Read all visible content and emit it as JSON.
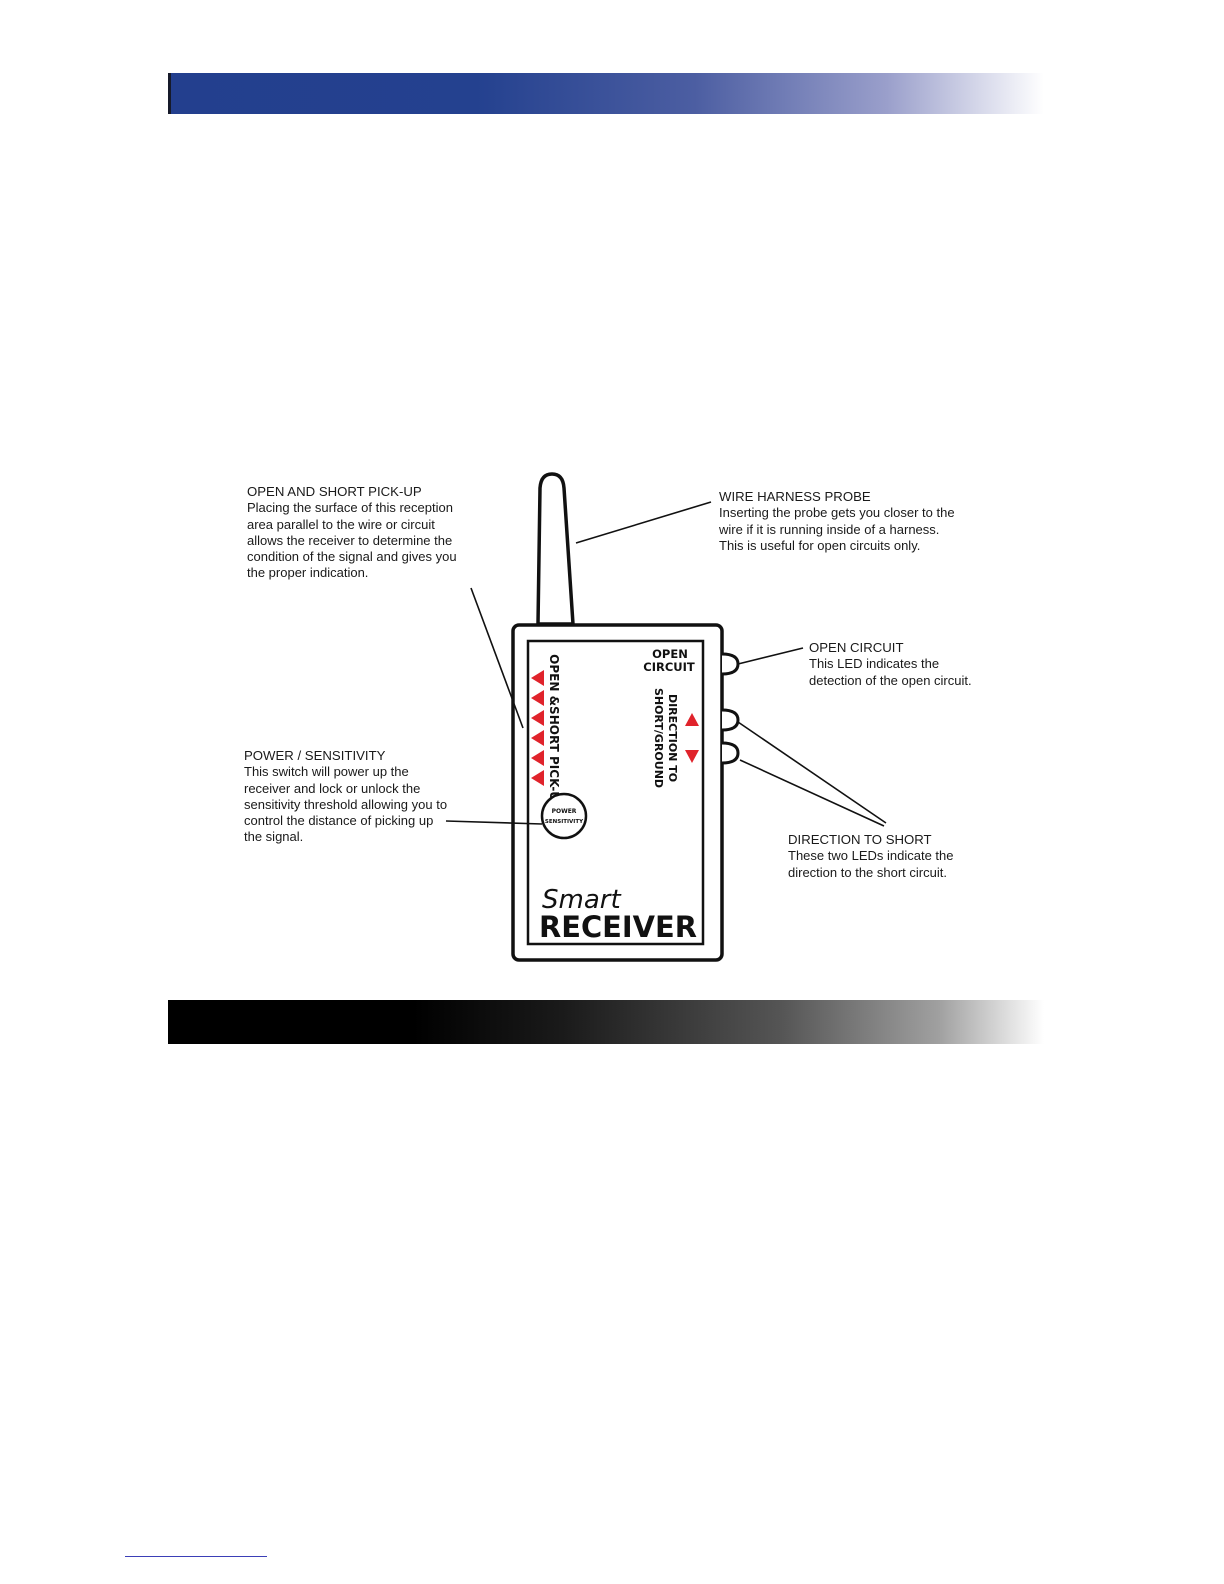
{
  "header_band": {
    "color": "#24418f"
  },
  "footer_band": {
    "color": "#000000"
  },
  "device": {
    "labels": {
      "open_circuit_line1": "OPEN",
      "open_circuit_line2": "CIRCUIT",
      "direction_line1": "DIRECTION TO",
      "direction_line2": "SHORT/GROUND",
      "pickup": "OPEN &SHORT PICK-UP",
      "power_line1": "POWER",
      "power_line2": "SENSITIVITY",
      "brand_small": "Smart",
      "brand_big": "RECEIVER"
    },
    "indicator_color": "#e0232b"
  },
  "callouts": {
    "pickup": {
      "title": "OPEN AND SHORT PICK-UP",
      "body": "Placing the surface of this reception\narea parallel to the wire or circuit\nallows the receiver to determine the\ncondition of the signal and gives you\nthe proper indication."
    },
    "probe": {
      "title": "WIRE HARNESS PROBE",
      "body": "Inserting the probe gets you closer to the\nwire if it is running inside of a harness.\nThis is useful for open circuits only."
    },
    "open_circuit": {
      "title": "OPEN CIRCUIT",
      "body": "This LED indicates the\ndetection of the open circuit."
    },
    "power": {
      "title": "POWER / SENSITIVITY",
      "body": "This switch will power up the\nreceiver and lock or unlock the\nsensitivity threshold allowing you to\ncontrol the distance of picking up\nthe signal."
    },
    "direction": {
      "title": "DIRECTION TO SHORT",
      "body": "These two LEDs indicate the\ndirection to the short circuit."
    }
  }
}
